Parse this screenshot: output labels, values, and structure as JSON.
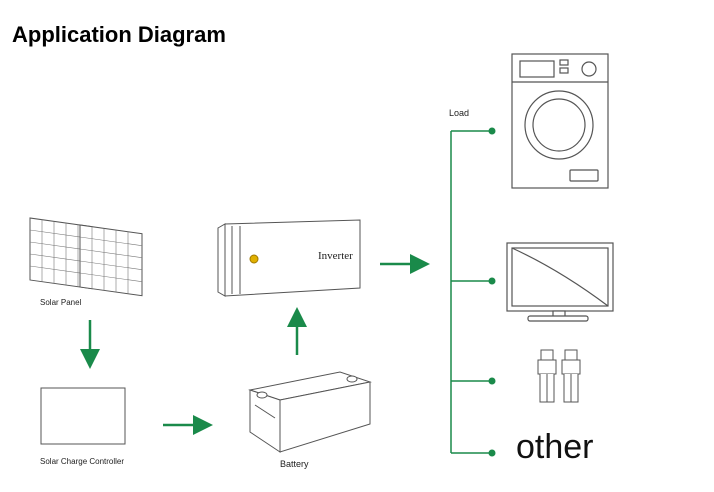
{
  "title": "Application Diagram",
  "labels": {
    "solar_panel": "Solar Panel",
    "charge_controller": "Solar Charge Controller",
    "battery": "Battery",
    "inverter": "Inverter",
    "load": "Load",
    "other": "other"
  },
  "colors": {
    "arrow": "#1a8a4a",
    "bus": "#1a8a4a",
    "outline": "#555555"
  },
  "icons": [
    "solar-panel-icon",
    "charge-controller-box",
    "battery-icon",
    "inverter-icon",
    "washing-machine-icon",
    "tv-icon",
    "light-bulb-icon"
  ]
}
